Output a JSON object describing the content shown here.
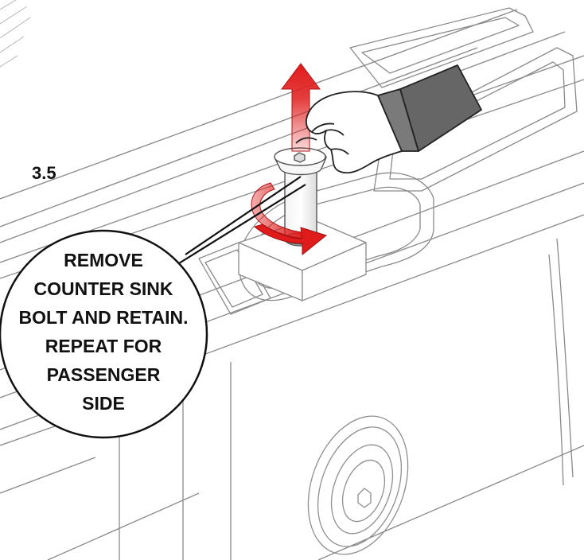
{
  "step_number": "3.5",
  "callout": {
    "lines": [
      "REMOVE",
      "COUNTER SINK",
      "BOLT AND RETAIN.",
      "REPEAT FOR",
      "PASSENGER",
      "SIDE"
    ]
  },
  "colors": {
    "arrow": "#e01b1b",
    "glove": "#666666",
    "outline": "#555555",
    "text": "#111111"
  },
  "icons": {
    "up_arrow": "arrow-up-icon",
    "rotate_arrow": "rotate-arrow-icon",
    "hand": "gloved-hand-icon"
  }
}
